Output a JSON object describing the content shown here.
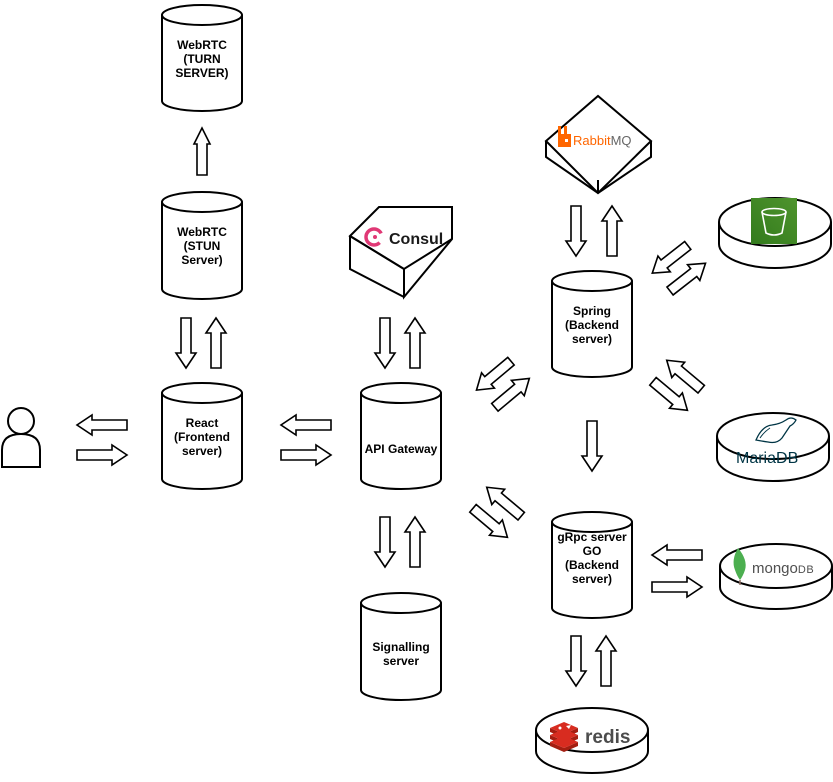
{
  "nodes": {
    "user": {},
    "turn": {
      "lines": [
        "WebRTC",
        "(TURN",
        "SERVER)"
      ]
    },
    "stun": {
      "lines": [
        "WebRTC",
        "(STUN",
        "Server)"
      ]
    },
    "react": {
      "lines": [
        "React",
        "(Frontend",
        "server)"
      ]
    },
    "gateway": {
      "lines": [
        "API Gateway"
      ]
    },
    "signalling": {
      "lines": [
        "Signalling",
        "server"
      ]
    },
    "spring": {
      "lines": [
        "Spring",
        "(Backend",
        "server)"
      ]
    },
    "grpc": {
      "lines": [
        "gRpc server",
        "GO",
        "(Backend",
        "server)"
      ]
    }
  },
  "logos": {
    "consul": {
      "text": "Consul",
      "color": "#e03875"
    },
    "rabbitmq": {
      "text_a": "Rabbit",
      "text_b": "MQ",
      "color": "#ff6600"
    },
    "s3": {
      "color": "#3f8624",
      "icon": "bucket-icon"
    },
    "mariadb": {
      "text": "MariaDB",
      "color": "#003545"
    },
    "mongodb": {
      "text_a": "mongo",
      "text_b": "DB",
      "color": "#4caf50"
    },
    "redis": {
      "text": "redis",
      "color": "#d82c20"
    }
  },
  "colors": {
    "stroke": "#000000",
    "fill": "#ffffff"
  }
}
